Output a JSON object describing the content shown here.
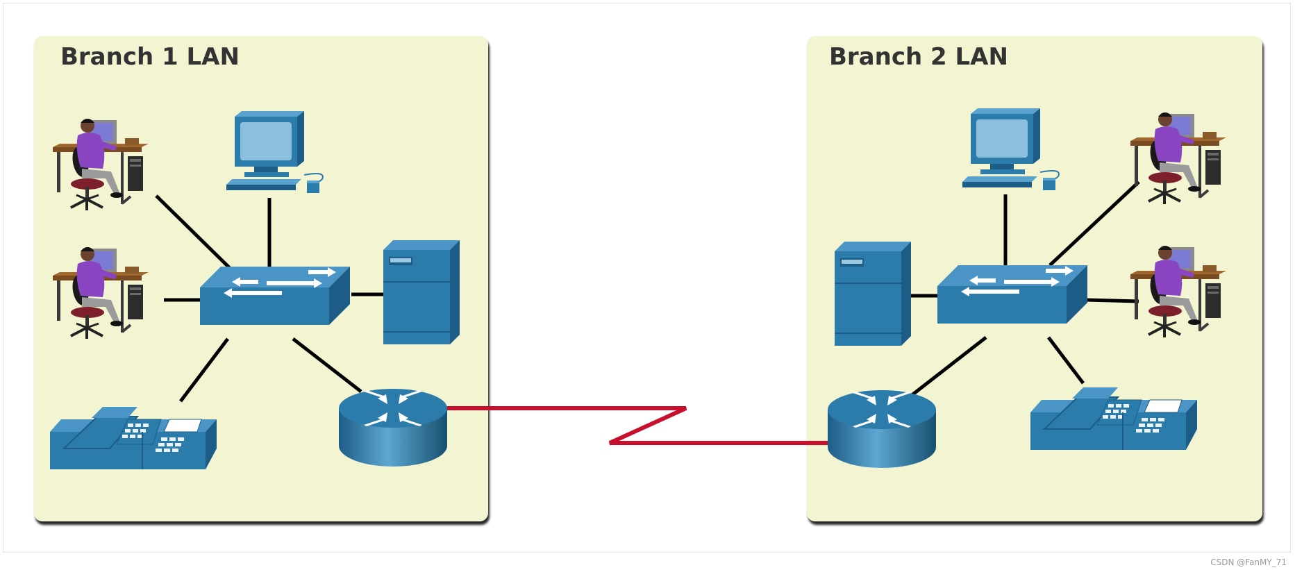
{
  "branch1": {
    "title": "Branch 1 LAN"
  },
  "branch2": {
    "title": "Branch 2 LAN"
  },
  "colors": {
    "panel_bg": "#f2f4d2",
    "device_blue": "#2b7bab",
    "link_black": "#000000",
    "wan_link_red": "#c8102e",
    "title_text": "#333333"
  },
  "icons": [
    "workstation-user-icon",
    "desktop-pc-icon",
    "lan-switch-icon",
    "server-icon",
    "ip-phone-icon",
    "router-icon"
  ],
  "watermark": "CSDN @FanMY_71"
}
